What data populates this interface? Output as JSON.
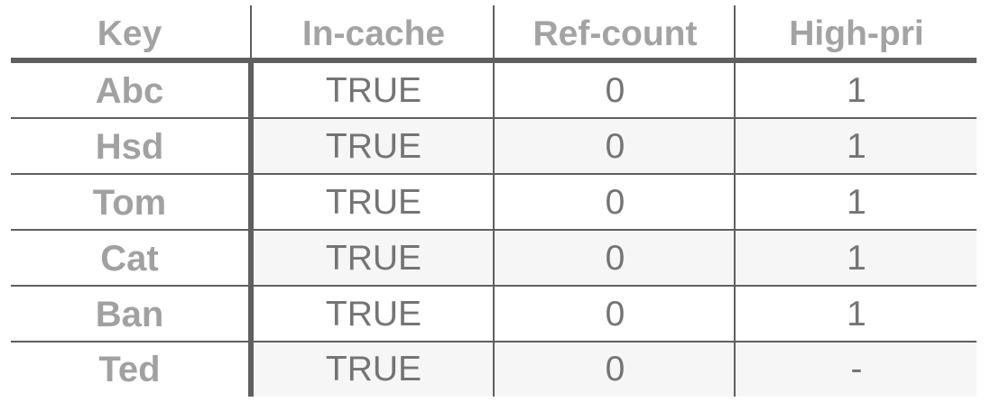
{
  "table": {
    "headers": [
      "Key",
      "In-cache",
      "Ref-count",
      "High-pri"
    ],
    "rows": [
      {
        "key": "Abc",
        "in_cache": "TRUE",
        "ref_count": "0",
        "high_pri": "1"
      },
      {
        "key": "Hsd",
        "in_cache": "TRUE",
        "ref_count": "0",
        "high_pri": "1"
      },
      {
        "key": "Tom",
        "in_cache": "TRUE",
        "ref_count": "0",
        "high_pri": "1"
      },
      {
        "key": "Cat",
        "in_cache": "TRUE",
        "ref_count": "0",
        "high_pri": "1"
      },
      {
        "key": "Ban",
        "in_cache": "TRUE",
        "ref_count": "0",
        "high_pri": "1"
      },
      {
        "key": "Ted",
        "in_cache": "TRUE",
        "ref_count": "0",
        "high_pri": "-"
      }
    ]
  },
  "colors": {
    "rule": "#5f5f5f",
    "header_text": "#a3a3a3",
    "key_text": "#a1a1a1",
    "value_text": "#747474",
    "row_shade": "#f6f6f6"
  }
}
